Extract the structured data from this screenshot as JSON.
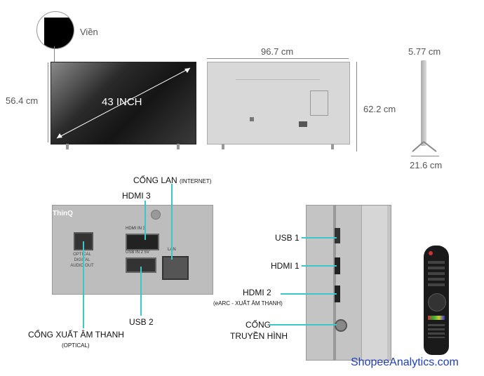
{
  "top": {
    "bezel_label": "Viền",
    "height_label": "56.4 cm",
    "screen_size_label": "43 INCH",
    "width_label": "96.7 cm",
    "height_stand_label": "62.2 cm",
    "depth_label": "5.77 cm",
    "stand_depth_label": "21.6 cm"
  },
  "ports_left": {
    "lan_title": "CỔNG LAN",
    "lan_sub": "(INTERNET)",
    "hdmi3": "HDMI 3",
    "usb2": "USB 2",
    "optical_title": "CỔNG XUẤT ÂM THANH",
    "optical_sub": "(OPTICAL)",
    "panel_optical_text": "OPTICAL DIGITAL AUDIO OUT",
    "panel_hdmi_text": "HDMI IN 3",
    "panel_usb_text": "USB IN 2 5V",
    "panel_lan_text": "LAN",
    "panel_logo": "ThinQ"
  },
  "ports_right": {
    "usb1": "USB 1",
    "hdmi1": "HDMI 1",
    "hdmi2": "HDMI 2",
    "hdmi2_sub": "(eARC - XUẤT ÂM THANH)",
    "antenna_1": "CỔNG",
    "antenna_2": "TRUYỀN HÌNH"
  },
  "watermark": "ShopeeAnalytics.com"
}
